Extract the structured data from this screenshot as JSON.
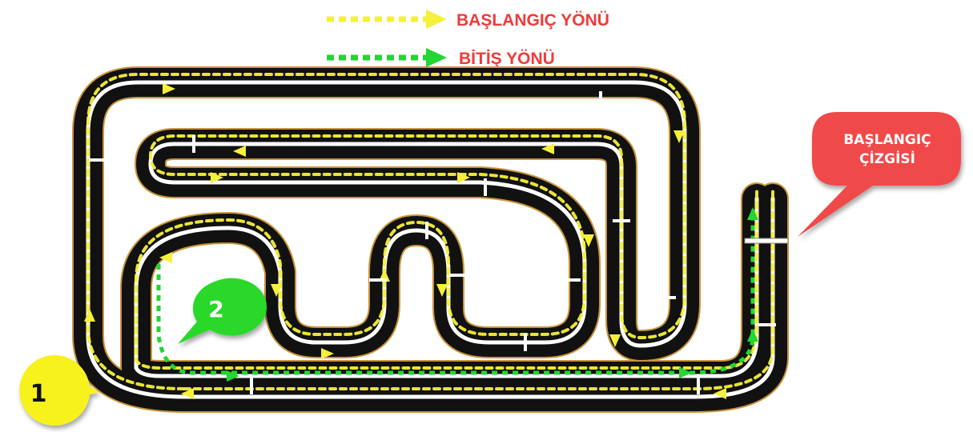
{
  "legend": {
    "start_direction": {
      "label": "BAŞLANGIÇ YÖNÜ",
      "color": "#f5f03a"
    },
    "finish_direction": {
      "label": "BİTİŞ YÖNÜ",
      "color": "#22d633"
    }
  },
  "callouts": {
    "start_line": {
      "line1": "BAŞLANGIÇ",
      "line2": "ÇİZGİSİ",
      "color": "#f04848"
    },
    "marker_1": {
      "label": "1",
      "color": "#f7f21e"
    },
    "marker_2": {
      "label": "2",
      "color": "#2bd82b"
    }
  },
  "colors": {
    "track": "#111111",
    "centerline": "#ffffff",
    "outline": "#c8943a"
  }
}
